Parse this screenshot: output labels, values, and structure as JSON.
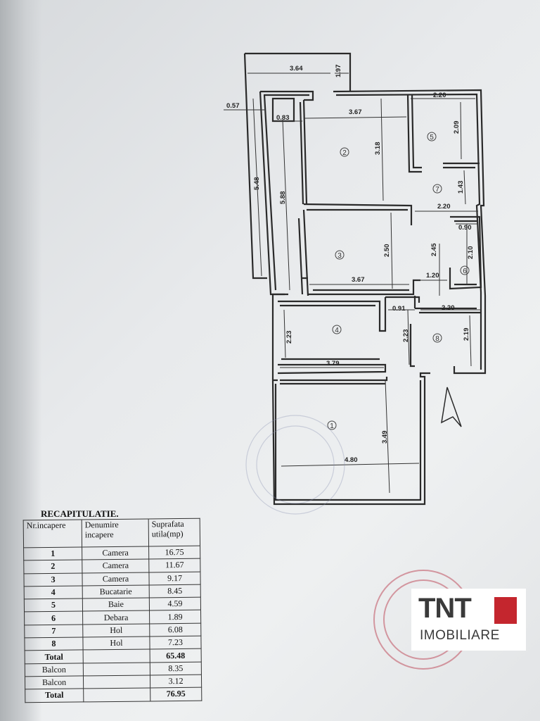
{
  "plan": {
    "dimensions": [
      "3.64",
      "1.97",
      "0.57",
      "0.83",
      "3.67",
      "2.20",
      "2.09",
      "3.18",
      "5.48",
      "5.88",
      "1.43",
      "2.20",
      "0.90",
      "2.50",
      "2.45",
      "2.10",
      "3.67",
      "1.20",
      "0.91",
      "2.20",
      "2.23",
      "2.23",
      "2.19",
      "3.79",
      "3.49",
      "4.80"
    ],
    "room_labels": [
      "1",
      "2",
      "3",
      "4",
      "5",
      "6",
      "7",
      "8"
    ]
  },
  "recap": {
    "title": "RECAPITULATIE.",
    "headers": [
      "Nr.incapere",
      "Denumire incapere",
      "Suprafata utila(mp)"
    ],
    "rows": [
      {
        "nr": "1",
        "name": "Camera",
        "area": "16.75"
      },
      {
        "nr": "2",
        "name": "Camera",
        "area": "11.67"
      },
      {
        "nr": "3",
        "name": "Camera",
        "area": "9.17"
      },
      {
        "nr": "4",
        "name": "Bucatarie",
        "area": "8.45"
      },
      {
        "nr": "5",
        "name": "Baie",
        "area": "4.59"
      },
      {
        "nr": "6",
        "name": "Debara",
        "area": "1.89"
      },
      {
        "nr": "7",
        "name": "Hol",
        "area": "6.08"
      },
      {
        "nr": "8",
        "name": "Hol",
        "area": "7.23"
      }
    ],
    "total1": {
      "label": "Total",
      "area": "65.48"
    },
    "balcony1": {
      "label": "Balcon",
      "area": "8.35"
    },
    "balcony2": {
      "label": "Balcon",
      "area": "3.12"
    },
    "total2": {
      "label": "Total",
      "area": "76.95"
    }
  },
  "logo": {
    "brand": "TNT",
    "sub": "IMOBILIARE",
    "accent": "#c4262e"
  }
}
